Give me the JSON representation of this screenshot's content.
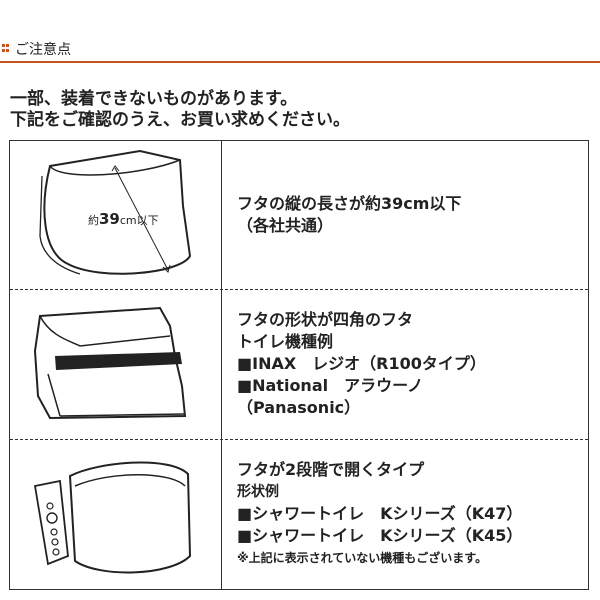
{
  "header": {
    "title": "ご注意点",
    "accent": "#c8541e"
  },
  "intro": {
    "line1": "一部、装着できないものがあります。",
    "line2": "下記をご確認のうえ、お買い求めください。"
  },
  "rows": [
    {
      "illustration_label_prefix": "約",
      "illustration_label_number": "39",
      "illustration_label_suffix": "cm以下",
      "lines": [
        "フタの縦の長さが約39cm以下",
        "（各社共通）"
      ]
    },
    {
      "lines": [
        "フタの形状が四角のフタ",
        "トイレ機種例",
        "■INAX　レジオ（R100タイプ）",
        "■National　アラウーノ",
        "（Panasonic）"
      ]
    },
    {
      "lines": [
        "フタが2段階で開くタイプ",
        "形状例",
        "■シャワートイレ　Kシリーズ（K47）",
        "■シャワートイレ　Kシリーズ（K45）"
      ],
      "note": "※上記に表示されていない機種もございます。"
    }
  ]
}
